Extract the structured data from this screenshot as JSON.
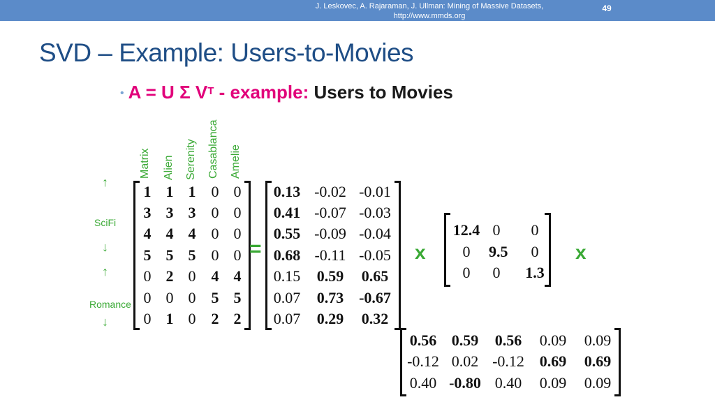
{
  "header": {
    "source_line1": "J. Leskovec, A. Rajaraman, J. Ullman: Mining of Massive Datasets,",
    "source_line2": "http://www.mmds.org",
    "page_number": "49"
  },
  "title": "SVD – Example: Users-to-Movies",
  "bullet": {
    "formula_a": "A = U ",
    "sigma": "Σ",
    "formula_v": " V",
    "superscript": "T",
    "example_label": " - example: ",
    "rest": "Users to Movies"
  },
  "movies": [
    "Matrix",
    "Alien",
    "Serenity",
    "Casablanca",
    "Amelie"
  ],
  "groups": {
    "scifi": "SciFi",
    "romance": "Romance"
  },
  "arrows": {
    "up": "↑",
    "down": "↓"
  },
  "operators": {
    "equals": "=",
    "times": "x"
  },
  "matrix_a": [
    [
      {
        "v": "1",
        "b": true
      },
      {
        "v": "1",
        "b": true
      },
      {
        "v": "1",
        "b": true
      },
      {
        "v": "0",
        "b": false
      },
      {
        "v": "0",
        "b": false
      }
    ],
    [
      {
        "v": "3",
        "b": true
      },
      {
        "v": "3",
        "b": true
      },
      {
        "v": "3",
        "b": true
      },
      {
        "v": "0",
        "b": false
      },
      {
        "v": "0",
        "b": false
      }
    ],
    [
      {
        "v": "4",
        "b": true
      },
      {
        "v": "4",
        "b": true
      },
      {
        "v": "4",
        "b": true
      },
      {
        "v": "0",
        "b": false
      },
      {
        "v": "0",
        "b": false
      }
    ],
    [
      {
        "v": "5",
        "b": true
      },
      {
        "v": "5",
        "b": true
      },
      {
        "v": "5",
        "b": true
      },
      {
        "v": "0",
        "b": false
      },
      {
        "v": "0",
        "b": false
      }
    ],
    [
      {
        "v": "0",
        "b": false
      },
      {
        "v": "2",
        "b": true
      },
      {
        "v": "0",
        "b": false
      },
      {
        "v": "4",
        "b": true
      },
      {
        "v": "4",
        "b": true
      }
    ],
    [
      {
        "v": "0",
        "b": false
      },
      {
        "v": "0",
        "b": false
      },
      {
        "v": "0",
        "b": false
      },
      {
        "v": "5",
        "b": true
      },
      {
        "v": "5",
        "b": true
      }
    ],
    [
      {
        "v": "0",
        "b": false
      },
      {
        "v": "1",
        "b": true
      },
      {
        "v": "0",
        "b": false
      },
      {
        "v": "2",
        "b": true
      },
      {
        "v": "2",
        "b": true
      }
    ]
  ],
  "matrix_u": [
    [
      {
        "v": "0.13",
        "b": true
      },
      {
        "v": "-0.02",
        "b": false
      },
      {
        "v": "-0.01",
        "b": false
      }
    ],
    [
      {
        "v": "0.41",
        "b": true
      },
      {
        "v": "-0.07",
        "b": false
      },
      {
        "v": "-0.03",
        "b": false
      }
    ],
    [
      {
        "v": "0.55",
        "b": true
      },
      {
        "v": "-0.09",
        "b": false
      },
      {
        "v": "-0.04",
        "b": false
      }
    ],
    [
      {
        "v": "0.68",
        "b": true
      },
      {
        "v": "-0.11",
        "b": false
      },
      {
        "v": "-0.05",
        "b": false
      }
    ],
    [
      {
        "v": "0.15",
        "b": false
      },
      {
        "v": "0.59",
        "b": true
      },
      {
        "v": "0.65",
        "b": true
      }
    ],
    [
      {
        "v": "0.07",
        "b": false
      },
      {
        "v": "0.73",
        "b": true
      },
      {
        "v": "-0.67",
        "b": true
      }
    ],
    [
      {
        "v": "0.07",
        "b": false
      },
      {
        "v": "0.29",
        "b": true
      },
      {
        "v": "0.32",
        "b": true
      }
    ]
  ],
  "matrix_sigma": [
    [
      {
        "v": "12.4",
        "b": true
      },
      {
        "v": "0",
        "b": false
      },
      {
        "v": "0",
        "b": false
      }
    ],
    [
      {
        "v": "0",
        "b": false
      },
      {
        "v": "9.5",
        "b": true
      },
      {
        "v": "0",
        "b": false
      }
    ],
    [
      {
        "v": "0",
        "b": false
      },
      {
        "v": "0",
        "b": false
      },
      {
        "v": "1.3",
        "b": true
      }
    ]
  ],
  "matrix_vt": [
    [
      {
        "v": "0.56",
        "b": true
      },
      {
        "v": "0.59",
        "b": true
      },
      {
        "v": "0.56",
        "b": true
      },
      {
        "v": "0.09",
        "b": false
      },
      {
        "v": "0.09",
        "b": false
      }
    ],
    [
      {
        "v": "-0.12",
        "b": false
      },
      {
        "v": "0.02",
        "b": false
      },
      {
        "v": "-0.12",
        "b": false
      },
      {
        "v": "0.69",
        "b": true
      },
      {
        "v": "0.69",
        "b": true
      }
    ],
    [
      {
        "v": "0.40",
        "b": false
      },
      {
        "v": "-0.80",
        "b": true
      },
      {
        "v": "0.40",
        "b": false
      },
      {
        "v": "0.09",
        "b": false
      },
      {
        "v": "0.09",
        "b": false
      }
    ]
  ]
}
